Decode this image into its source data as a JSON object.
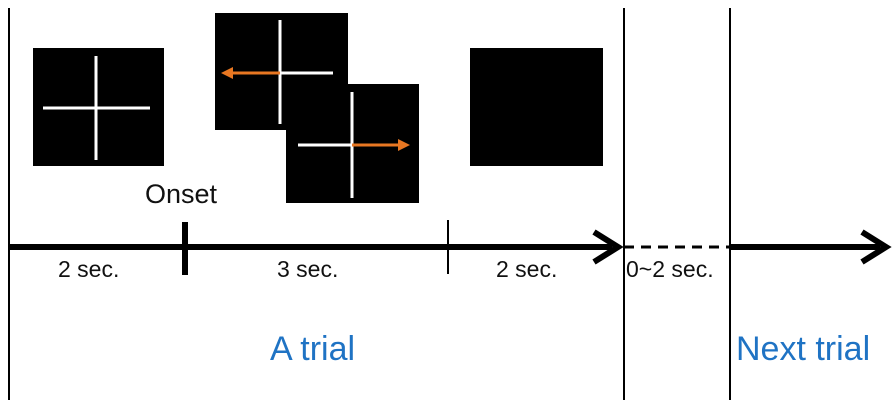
{
  "onset_label": "Onset",
  "durations": [
    "2 sec.",
    "3 sec.",
    "2 sec.",
    "0~2 sec."
  ],
  "phases": {
    "trial": "A trial",
    "next": "Next trial"
  },
  "colors": {
    "screen": "#000000",
    "cross": "#ffffff",
    "arrow_cue": "#e87722",
    "phase_label": "#1f73c4",
    "timeline": "#000000"
  },
  "stimuli": [
    {
      "name": "fixation-cross",
      "cue": "none"
    },
    {
      "name": "left-arrow-cue",
      "cue": "left"
    },
    {
      "name": "right-arrow-cue",
      "cue": "right"
    },
    {
      "name": "blank-screen",
      "cue": "none"
    }
  ]
}
